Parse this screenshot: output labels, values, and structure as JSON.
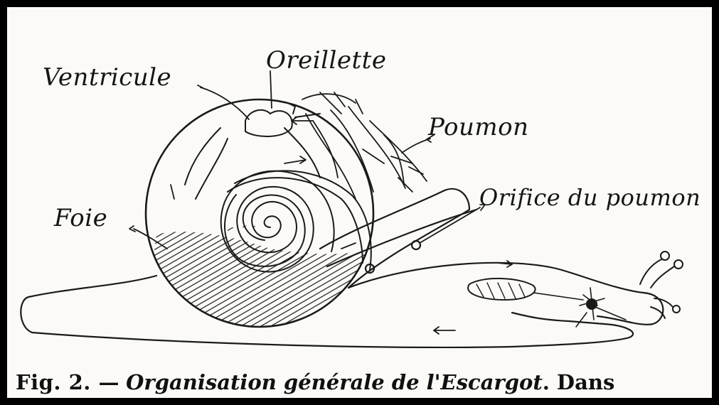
{
  "labels": {
    "ventricule": "Ventricule",
    "oreillette": "Oreillette",
    "poumon": "Poumon",
    "foie": "Foie",
    "orifice": "Orifice du poumon"
  },
  "caption": {
    "fig": "Fig. 2. —",
    "title": "Organisation générale de l'Escargot",
    "tail": ". Dans"
  },
  "colors": {
    "ink": "#1a1a1a",
    "paper": "#fbfaf7",
    "frame": "#000000"
  }
}
